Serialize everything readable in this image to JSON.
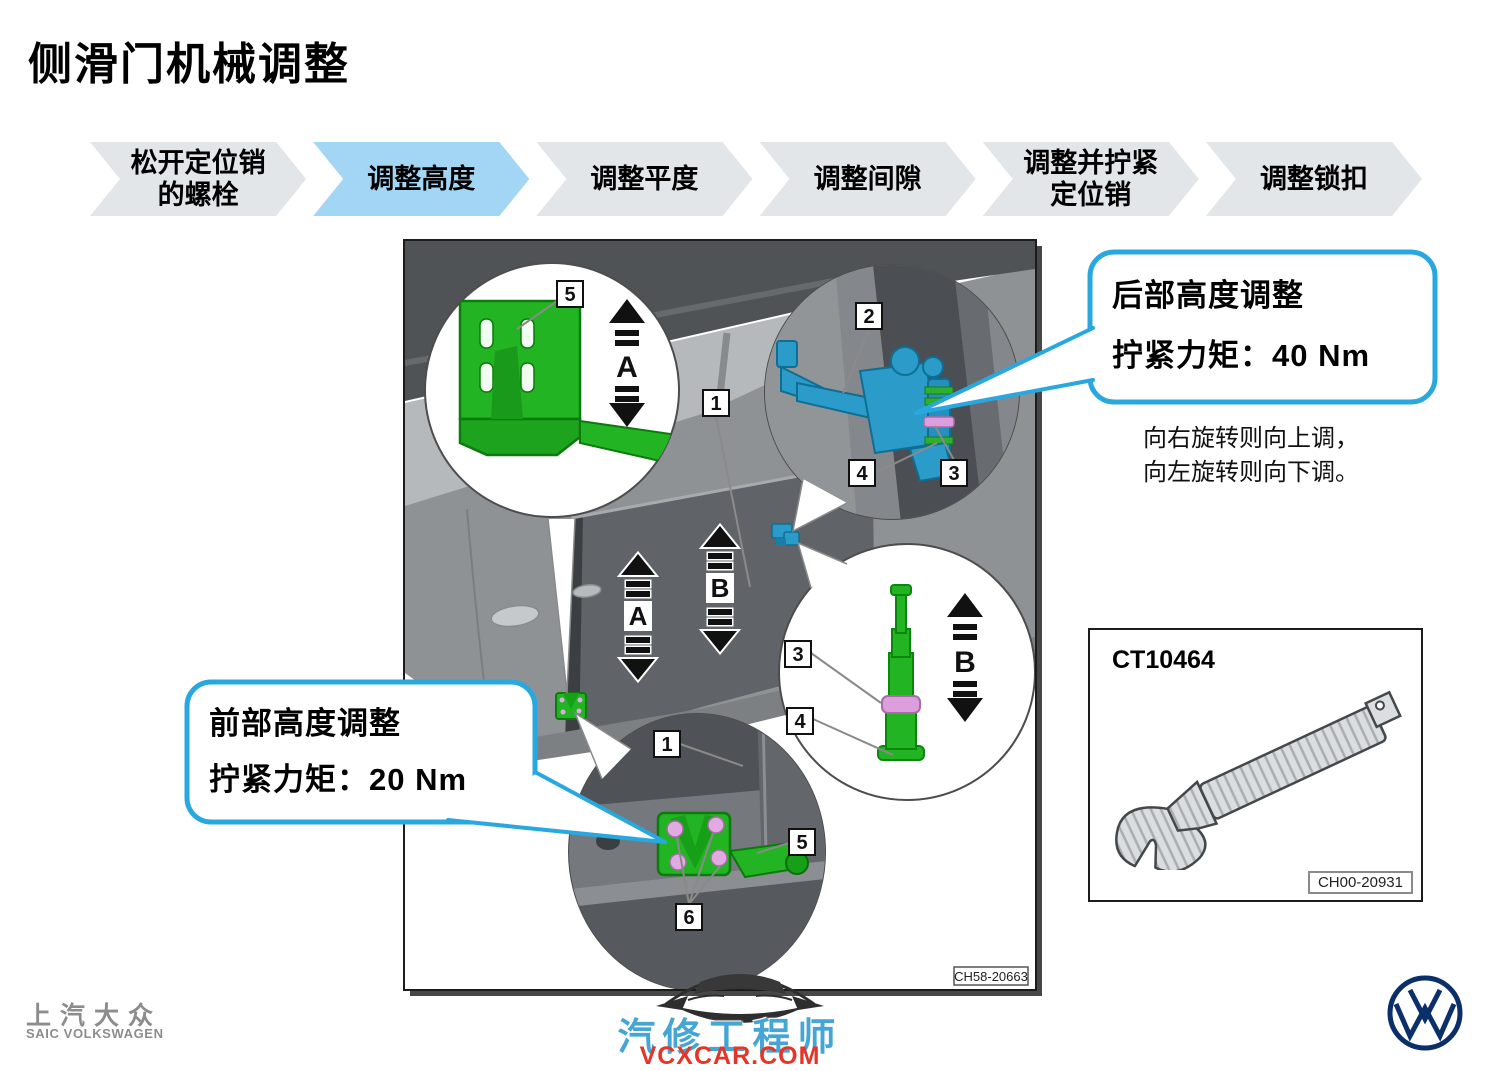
{
  "title": "侧滑门机械调整",
  "steps": [
    {
      "line1": "松开定位销",
      "line2": "的螺栓",
      "state": "inactive"
    },
    {
      "line1": "调整高度",
      "line2": "",
      "state": "active"
    },
    {
      "line1": "调整平度",
      "line2": "",
      "state": "inactive"
    },
    {
      "line1": "调整间隙",
      "line2": "",
      "state": "inactive"
    },
    {
      "line1": "调整并拧紧",
      "line2": "定位销",
      "state": "inactive"
    },
    {
      "line1": "调整锁扣",
      "line2": "",
      "state": "inactive"
    }
  ],
  "callout_rear": {
    "line1": "后部高度调整",
    "line2": "拧紧力矩：40 Nm"
  },
  "callout_front": {
    "line1": "前部高度调整",
    "line2": "拧紧力矩：20 Nm"
  },
  "rotate_note": {
    "line1": "向右旋转则向上调，",
    "line2": "向左旋转则向下调。"
  },
  "diagram": {
    "figure_code": "CH58-20663",
    "numbers": {
      "n1": "1",
      "n2": "2",
      "n3": "3",
      "n4": "4",
      "n5": "5",
      "n6": "6"
    },
    "direction_a": "A",
    "direction_b": "B"
  },
  "tool": {
    "name": "CT10464",
    "figure_code": "CH00-20931"
  },
  "footer": {
    "brand_cn": "上汽大众",
    "brand_en": "SAIC VOLKSWAGEN",
    "watermark_cn": "汽修工程师",
    "watermark_url": "VCXCAR.COM"
  },
  "colors": {
    "accent_blue": "#29a8e0",
    "active_step": "#a3d6f5",
    "inactive_step": "#e3e6e9",
    "part_green": "#22b422",
    "part_blue": "#2b9cc9",
    "part_pink": "#e2aae2",
    "vw_blue": "#0b2f6b",
    "watermark_blue": "#45a6d6",
    "watermark_red": "#e53527"
  }
}
